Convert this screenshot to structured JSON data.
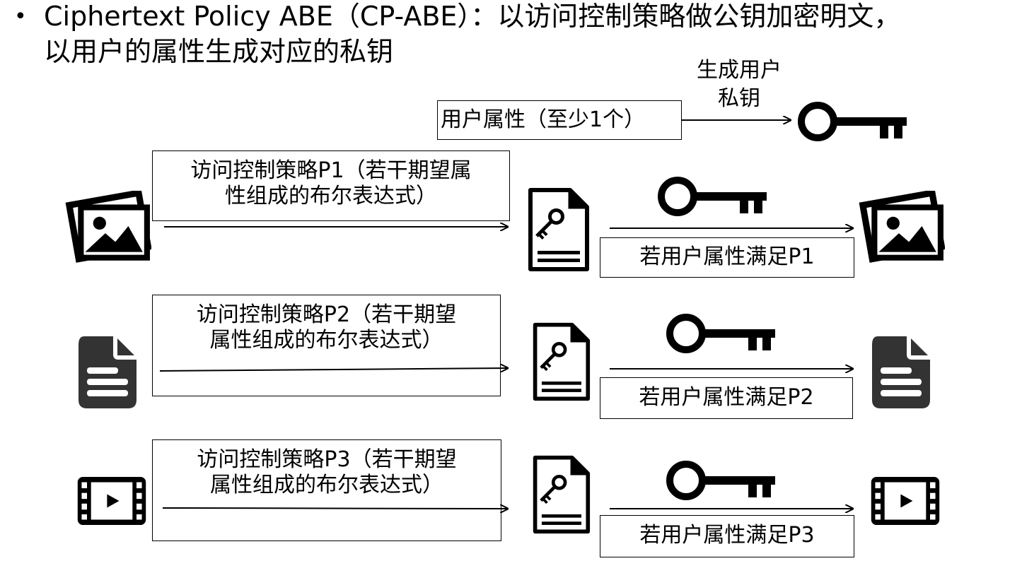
{
  "header": {
    "bullet": "•",
    "line1": "Ciphertext Policy ABE（CP-ABE）：以访问控制策略做公钥加密明文，",
    "line2": "以用户的属性生成对应的私钥"
  },
  "keygen": {
    "attr_box": "用户属性（至少1个）",
    "arrow_label_1": "生成用户",
    "arrow_label_2": "私钥"
  },
  "rows": [
    {
      "policy_line1": "访问控制策略P1（若干期望属",
      "policy_line2": "性组成的布尔表达式）",
      "condition": "若用户属性满足P1"
    },
    {
      "policy_line1": "访问控制策略P2（若干期望",
      "policy_line2": "属性组成的布尔表达式）",
      "condition": "若用户属性满足P2"
    },
    {
      "policy_line1": "访问控制策略P3（若干期望",
      "policy_line2": "属性组成的布尔表达式）",
      "condition": "若用户属性满足P3"
    }
  ],
  "icons": {
    "row1_input": "image-gallery-icon",
    "row2_input": "document-icon",
    "row3_input": "video-file-icon",
    "ciphertext": "encrypted-document-key-icon",
    "key": "key-icon"
  },
  "colors": {
    "stroke": "#000000",
    "icon_fill": "#333333"
  }
}
